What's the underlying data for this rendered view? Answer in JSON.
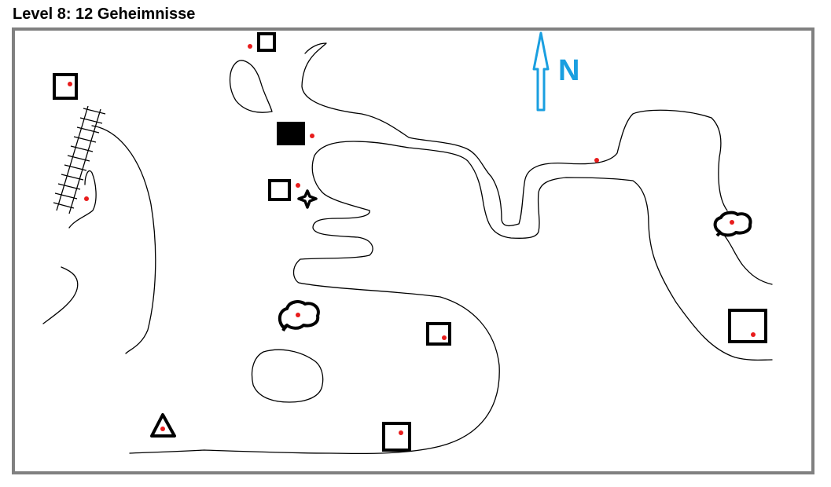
{
  "title": "Level 8: 12 Geheimnisse",
  "compass": {
    "label": "N",
    "color": "#1a9fe0"
  },
  "colors": {
    "frame": "#808080",
    "outline": "#000000",
    "secret_dot": "#e81c1c"
  },
  "markers": [
    {
      "id": "box-top-center",
      "type": "square"
    },
    {
      "id": "box-top-left",
      "type": "square"
    },
    {
      "id": "box-filled",
      "type": "filled-square"
    },
    {
      "id": "box-mid-left-center",
      "type": "square"
    },
    {
      "id": "box-center",
      "type": "square"
    },
    {
      "id": "box-bottom-center",
      "type": "square"
    },
    {
      "id": "box-right",
      "type": "square"
    },
    {
      "id": "bush-center",
      "type": "bush"
    },
    {
      "id": "bush-right",
      "type": "bush"
    },
    {
      "id": "triangle-bottom-left",
      "type": "triangle"
    },
    {
      "id": "star-center",
      "type": "star"
    },
    {
      "id": "railway",
      "type": "track"
    }
  ],
  "secret_count": 12
}
